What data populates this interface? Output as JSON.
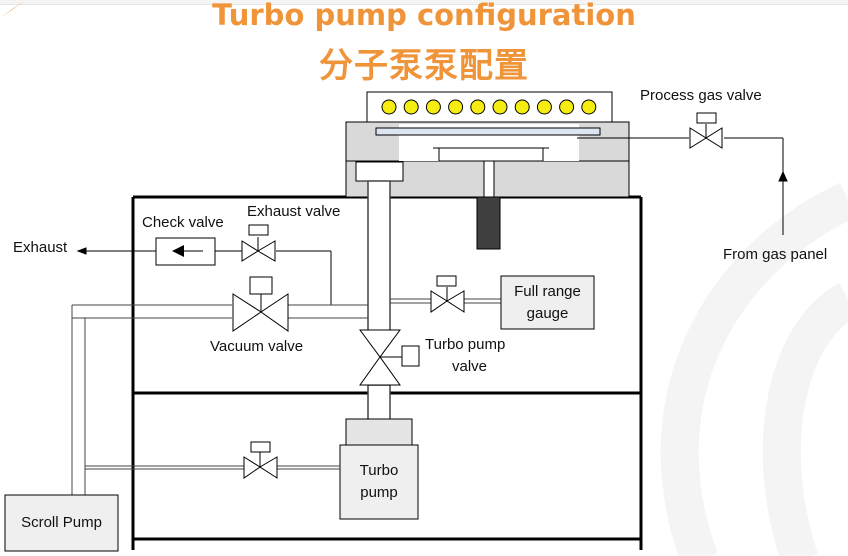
{
  "title": {
    "english": "Turbo pump configuration",
    "chinese": "分子泵泵配置"
  },
  "colors": {
    "title_accent": "#f0943a",
    "heater_lamp": "#f5ec12",
    "chamber_gray": "#d9d9d9",
    "wafer_blue": "#dce6f2",
    "pedestal_shaft": "#404040",
    "component_box": "#efefef"
  },
  "diagram": {
    "heater_lamp_count": 10,
    "labels": {
      "process_gas_valve": "Process gas valve",
      "from_gas_panel": "From gas panel",
      "check_valve": "Check valve",
      "exhaust_valve": "Exhaust valve",
      "exhaust": "Exhaust",
      "vacuum_valve": "Vacuum valve",
      "turbo_pump_valve_line1": "Turbo pump",
      "turbo_pump_valve_line2": "valve",
      "full_range_gauge_line1": "Full range",
      "full_range_gauge_line2": "gauge",
      "turbo_pump_line1": "Turbo",
      "turbo_pump_line2": "pump",
      "scroll_pump": "Scroll Pump"
    }
  }
}
